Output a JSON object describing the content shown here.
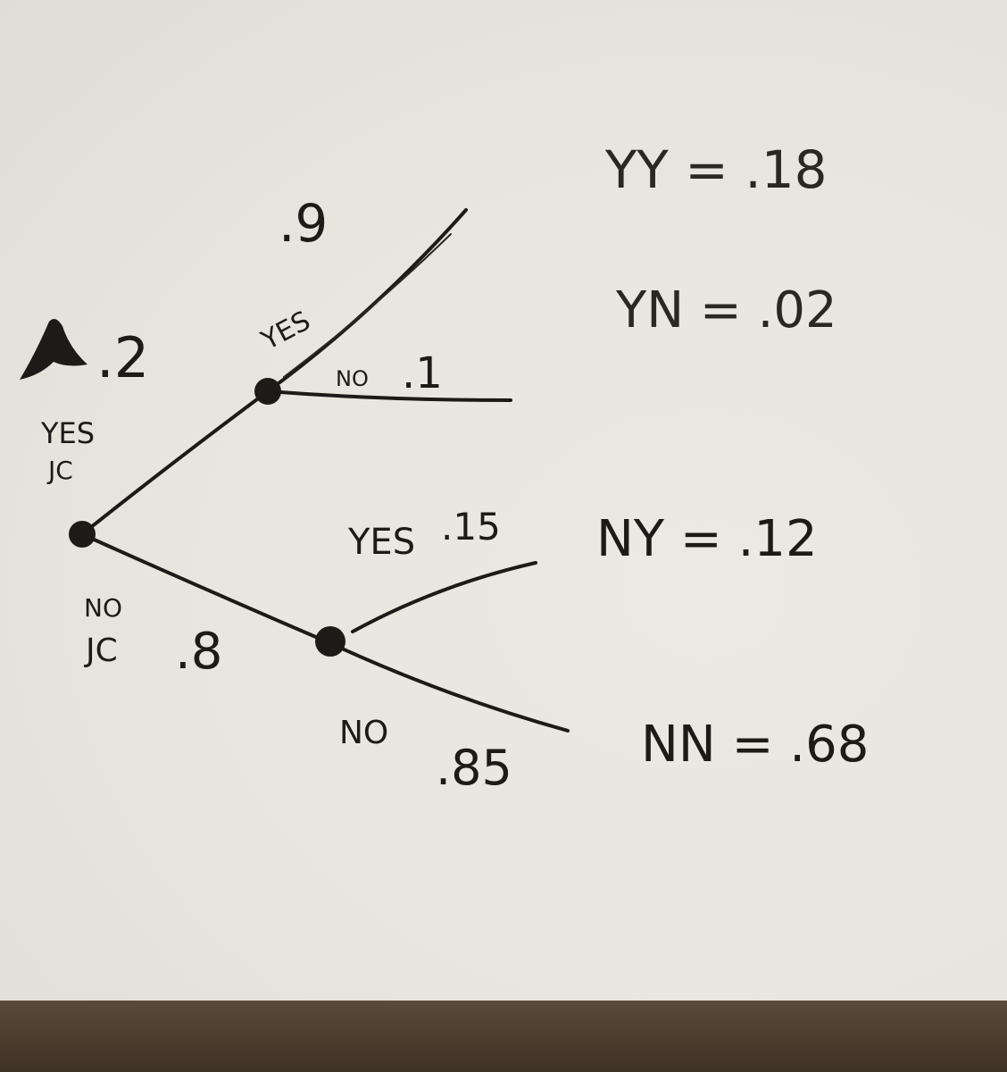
{
  "tree": {
    "root_yes_label": "YES\nJC",
    "root_yes_prob": ".2",
    "root_no_label": "NO\nJC",
    "root_no_prob": ".8",
    "yes_branch": {
      "yes_label": "YES",
      "yes_prob": ".9",
      "no_label": "NO",
      "no_prob": ".1"
    },
    "no_branch": {
      "yes_label": "YES",
      "yes_prob": ".15",
      "no_label": "NO",
      "no_prob": ".85"
    }
  },
  "results": [
    {
      "outcome": "YY",
      "value": ".18"
    },
    {
      "outcome": "YN",
      "value": ".02"
    },
    {
      "outcome": "NY",
      "value": ".12"
    },
    {
      "outcome": "NN",
      "value": ".68"
    }
  ],
  "colors": {
    "ink": "#1d1a17",
    "paper": "#e9e6e1",
    "table": "#4a3b2d"
  }
}
